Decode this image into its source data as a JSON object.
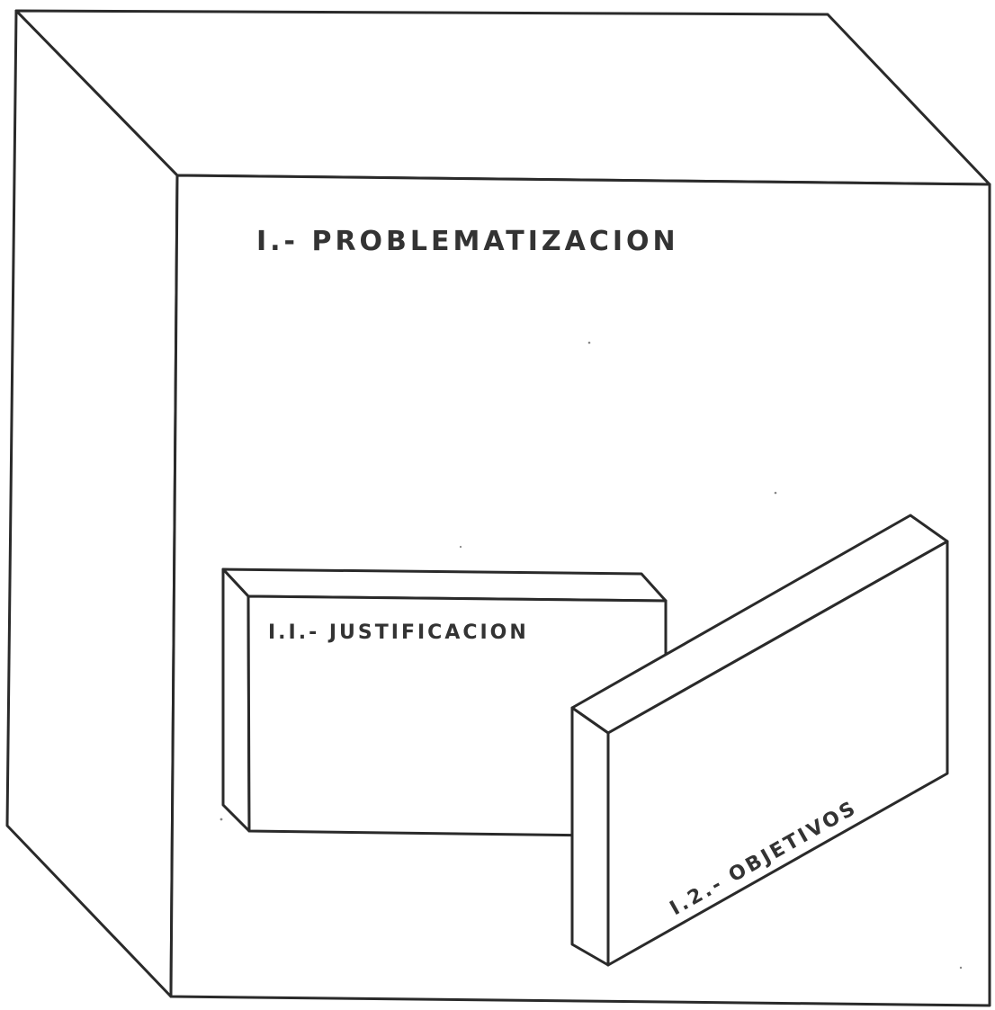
{
  "diagram": {
    "main_box": {
      "label": "I.- PROBLEMATIZACION"
    },
    "boxes": [
      {
        "label": "I.I.- JUSTIFICACION"
      },
      {
        "label": "I.2.- OBJETIVOS"
      }
    ]
  },
  "colors": {
    "ink": "#2a2a2a",
    "paper": "#ffffff"
  }
}
